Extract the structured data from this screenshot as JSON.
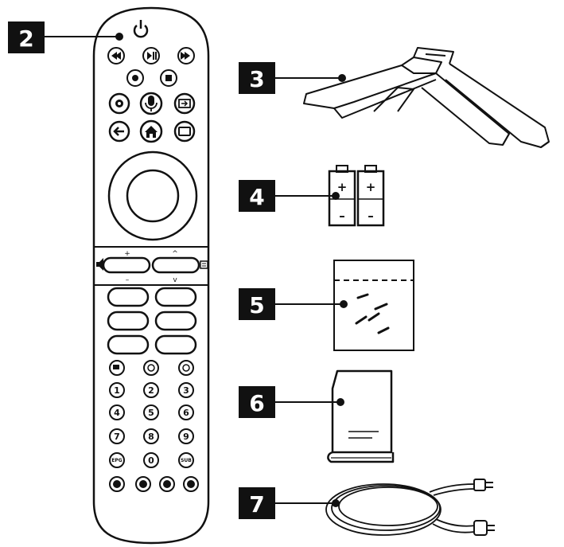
{
  "callouts": [
    {
      "id": "2",
      "text": "2"
    },
    {
      "id": "3",
      "text": "3"
    },
    {
      "id": "4",
      "text": "4"
    },
    {
      "id": "5",
      "text": "5"
    },
    {
      "id": "6",
      "text": "6"
    },
    {
      "id": "7",
      "text": "7"
    }
  ],
  "remote": {
    "numpad": [
      "1",
      "2",
      "3",
      "4",
      "5",
      "6",
      "7",
      "8",
      "9"
    ],
    "bottom_row": [
      "EPG",
      "0",
      "SUB"
    ],
    "rocker_plus": "+",
    "rocker_minus": "–",
    "rocker_up": "^",
    "rocker_down": "v"
  },
  "battery": {
    "plus": "+",
    "minus": "–"
  },
  "colors": {
    "ink": "#111111",
    "label_bg": "#111111",
    "label_text": "#ffffff"
  }
}
